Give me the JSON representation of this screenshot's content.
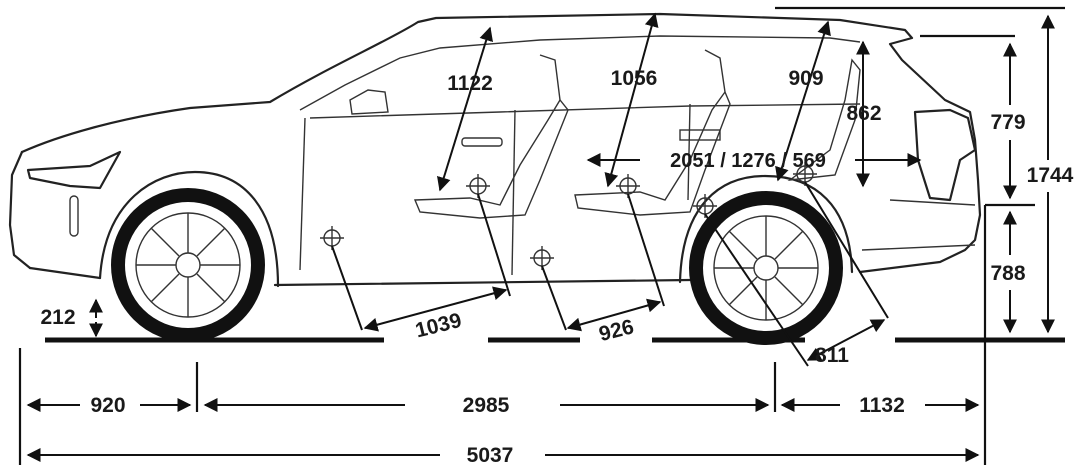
{
  "dimensions": {
    "front_overhang": "920",
    "wheelbase": "2985",
    "rear_overhang": "1132",
    "overall_length": "5037",
    "overall_height": "1744",
    "rear_upper_height": "779",
    "rear_lower_height": "788",
    "ground_clearance": "212",
    "headroom_front": "1122",
    "headroom_second": "1056",
    "headroom_third": "909",
    "third_row_height": "862",
    "cargo_length": "2051 / 1276 / 569",
    "legroom_front": "1039",
    "legroom_second": "926",
    "rear_cargo_depth": "811"
  }
}
